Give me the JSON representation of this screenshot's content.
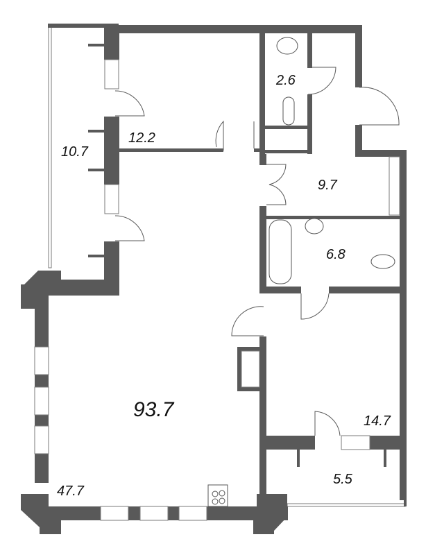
{
  "plan": {
    "total_area": "93.7",
    "rooms": [
      {
        "id": "balcony-west",
        "area": "10.7"
      },
      {
        "id": "bedroom-north",
        "area": "12.2"
      },
      {
        "id": "wc",
        "area": "2.6"
      },
      {
        "id": "hall",
        "area": "9.7"
      },
      {
        "id": "bathroom",
        "area": "6.8"
      },
      {
        "id": "bedroom-east",
        "area": "14.7"
      },
      {
        "id": "balcony-south",
        "area": "5.5"
      },
      {
        "id": "living-kitchen",
        "area": "47.7"
      }
    ]
  },
  "colors": {
    "wall": "#595959",
    "background": "#ffffff",
    "text": "#111111"
  }
}
